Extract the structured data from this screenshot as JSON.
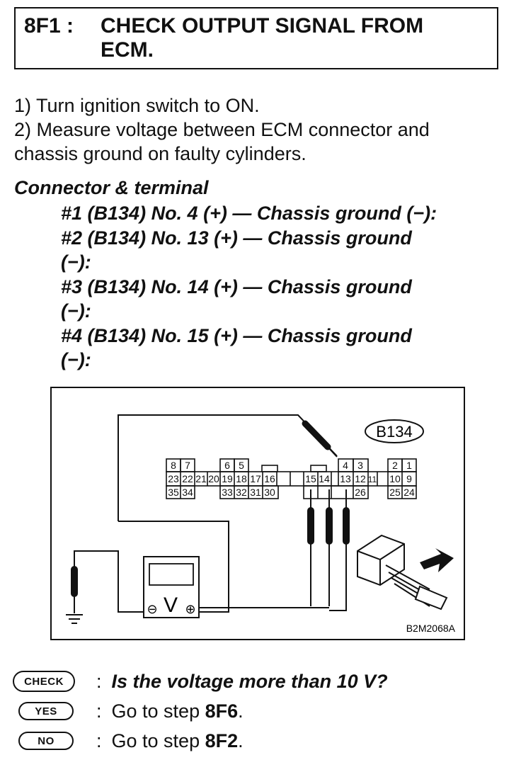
{
  "step": {
    "id": "8F1 :",
    "title_line1": "CHECK OUTPUT SIGNAL FROM",
    "title_line2": "ECM."
  },
  "instructions": [
    "1)  Turn ignition switch to ON.",
    "2)  Measure voltage between ECM connector and",
    "chassis ground on faulty cylinders."
  ],
  "connector_heading": "Connector & terminal",
  "measurements": [
    "#1 (B134) No. 4 (+) — Chassis ground (−):",
    "#2 (B134) No. 13 (+) — Chassis ground",
    "(−):",
    "#3 (B134) No. 14 (+) — Chassis ground",
    "(−):",
    "#4 (B134) No. 15 (+) — Chassis ground",
    "(−):"
  ],
  "diagram": {
    "connector_label": "B134",
    "figure_code": "B2M2068A",
    "meter_symbol": "V",
    "meter_minus": "⊖",
    "meter_plus": "⊕",
    "row1_terms": [
      "8",
      "7",
      "6",
      "5",
      "4",
      "3",
      "2",
      "1"
    ],
    "row2_terms": [
      "23",
      "22",
      "21",
      "20",
      "19",
      "18",
      "17",
      "16",
      "15",
      "14",
      "13",
      "12",
      "11",
      "10",
      "9"
    ],
    "row3_terms": [
      "35",
      "34",
      "33",
      "32",
      "31",
      "30",
      "26",
      "25",
      "24"
    ]
  },
  "answers": {
    "check_label": "CHECK",
    "check_text": "Is the voltage more than 10 V?",
    "yes_label": "YES",
    "yes_prefix": "Go to step ",
    "yes_step": "8F6",
    "yes_suffix": ".",
    "no_label": "NO",
    "no_prefix": "Go to step ",
    "no_step": "8F2",
    "no_suffix": ".",
    "colon": ":"
  }
}
